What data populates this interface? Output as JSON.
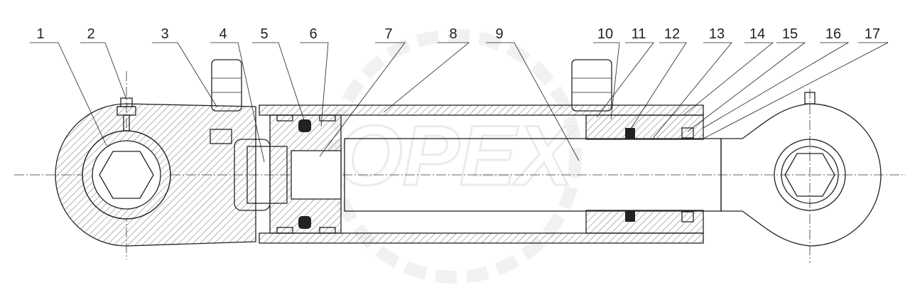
{
  "diagram": {
    "callouts": [
      "1",
      "2",
      "3",
      "4",
      "5",
      "6",
      "7",
      "8",
      "9",
      "10",
      "11",
      "12",
      "13",
      "14",
      "15",
      "16",
      "17"
    ],
    "watermark": "OPEX",
    "colors": {
      "line": "#222222",
      "watermark": "#e4e4e4"
    }
  }
}
